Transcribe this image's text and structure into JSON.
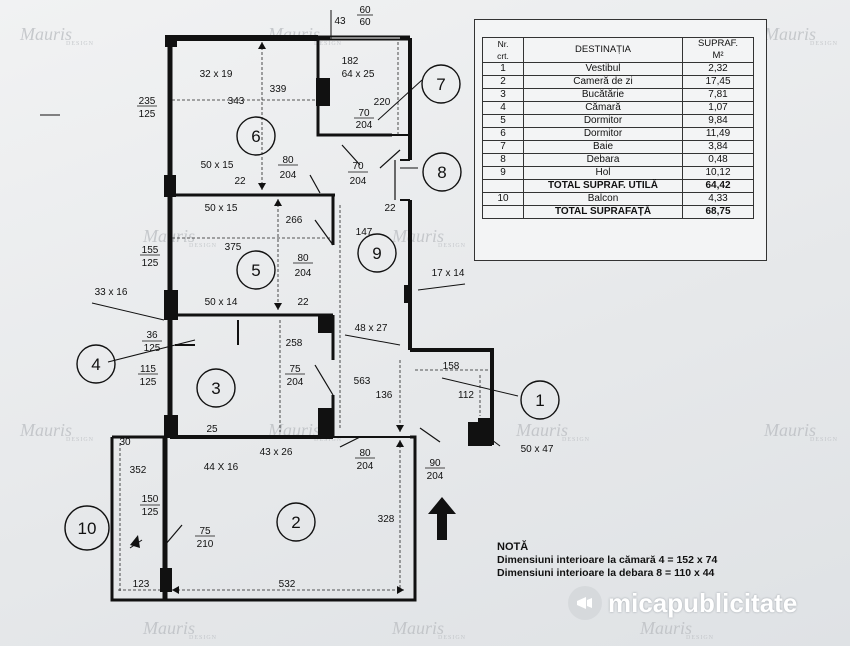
{
  "legend": {
    "headers": {
      "nr": "Nr.\ncrt.",
      "dest": "DESTINAȚIA",
      "supraf": "SUPRAF.\nM²"
    },
    "rows": [
      {
        "nr": "1",
        "dest": "Vestibul",
        "area": "2,32"
      },
      {
        "nr": "2",
        "dest": "Cameră de zi",
        "area": "17,45"
      },
      {
        "nr": "3",
        "dest": "Bucătărie",
        "area": "7,81"
      },
      {
        "nr": "4",
        "dest": "Cămară",
        "area": "1,07"
      },
      {
        "nr": "5",
        "dest": "Dormitor",
        "area": "9,84"
      },
      {
        "nr": "6",
        "dest": "Dormitor",
        "area": "11,49"
      },
      {
        "nr": "7",
        "dest": "Baie",
        "area": "3,84"
      },
      {
        "nr": "8",
        "dest": "Debara",
        "area": "0,48"
      },
      {
        "nr": "9",
        "dest": "Hol",
        "area": "10,12"
      }
    ],
    "total_util": {
      "label": "TOTAL SUPRAF. UTILĂ",
      "area": "64,42"
    },
    "balcon": {
      "nr": "10",
      "dest": "Balcon",
      "area": "4,33"
    },
    "total": {
      "label": "TOTAL SUPRAFAȚĂ",
      "area": "68,75"
    }
  },
  "note": {
    "title": "NOTĂ",
    "line1": "Dimensiuni interioare la cămară 4 = 152 x 74",
    "line2": "Dimensiuni interioare la debara  8 = 110 x 44"
  },
  "brand": {
    "name": "micapublicitate",
    "watermark": "Mauris",
    "watermark_sub": "DESIGN"
  },
  "plan": {
    "room_numbers": [
      "1",
      "2",
      "3",
      "4",
      "5",
      "6",
      "7",
      "8",
      "9",
      "10"
    ],
    "dims": {
      "top_43": "43",
      "top_60a": "60",
      "top_60b": "60",
      "d182": "182",
      "d64x25": "64 x 25",
      "d220": "220",
      "d70_204a": "70",
      "d204a": "204",
      "d70_204b": "70",
      "d204b": "204",
      "d22a": "22",
      "d147": "147",
      "d32x19": "32 x 19",
      "d339": "339",
      "d343": "343",
      "d235": "235",
      "d125a": "125",
      "d50x15a": "50 x 15",
      "d22b": "22",
      "d80a": "80",
      "d204c": "204",
      "d50x15b": "50 x 15",
      "d266": "266",
      "d375": "375",
      "d155": "155",
      "d125b": "125",
      "d80b": "80",
      "d204d": "204",
      "d22c": "22",
      "d50x14": "50 x 14",
      "d33x16": "33 x 16",
      "d36": "36",
      "d125c": "125",
      "d258": "258",
      "d48x27": "48 x 27",
      "d17x14": "17 x 14",
      "d115": "115",
      "d125d": "125",
      "d75a": "75",
      "d204e": "204",
      "d563": "563",
      "d136": "136",
      "d158": "158",
      "d112": "112",
      "d30": "30",
      "d25": "25",
      "d44x16": "44 X 16",
      "d43x26": "43 x 26",
      "d80c": "80",
      "d204f": "204",
      "d90": "90",
      "d204g": "204",
      "d50x47": "50 x 47",
      "d352": "352",
      "d150": "150",
      "d125e": "125",
      "d75b": "75",
      "d210": "210",
      "d328": "328",
      "d123": "123",
      "d532": "532"
    }
  }
}
